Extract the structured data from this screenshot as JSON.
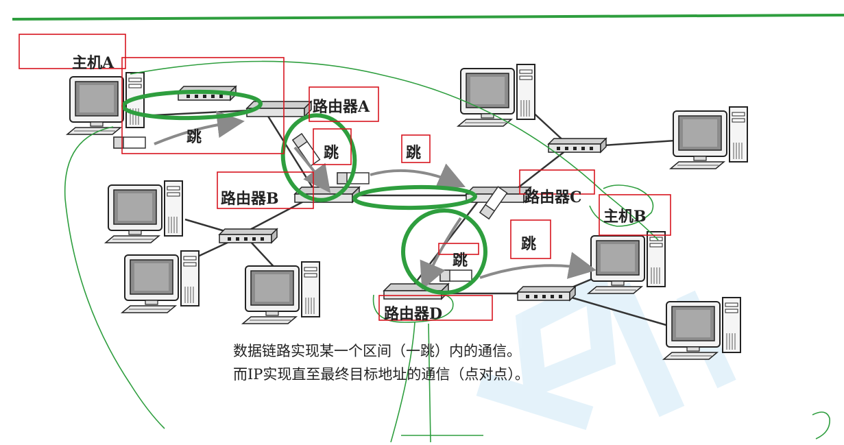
{
  "labels": {
    "host_a": "主机A",
    "host_b": "主机B",
    "router_a": "路由器A",
    "router_b": "路由器B",
    "router_c": "路由器C",
    "router_d": "路由器D",
    "hop": "跳"
  },
  "caption": {
    "line1": "数据链路实现某一个区间（一跳）内的通信。",
    "line2": "而IP实现直至最终目标地址的通信（点对点）。"
  },
  "colors": {
    "annotation_green": "#2e9e3e",
    "highlight_red": "#d7141e",
    "line_gray": "#333333",
    "arrow_gray": "#8a8a8a",
    "watermark_blue": "#cfe9f7"
  }
}
